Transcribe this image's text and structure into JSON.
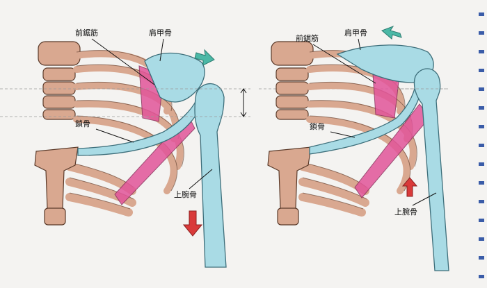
{
  "labels": {
    "serratus_anterior": "前鋸筋",
    "scapula": "肩甲骨",
    "clavicle": "鎖骨",
    "humerus": "上腕骨"
  },
  "colors": {
    "bone_blue": "#a9dbe5",
    "bone_blue_outline": "#3d6e7a",
    "rib_tan": "#d9a890",
    "rib_outline": "#5a3a2a",
    "muscle_pink": "#e2559a",
    "arrow_teal": "#4bb8a6",
    "arrow_red": "#d93a3a",
    "background": "#f4f3f1"
  }
}
